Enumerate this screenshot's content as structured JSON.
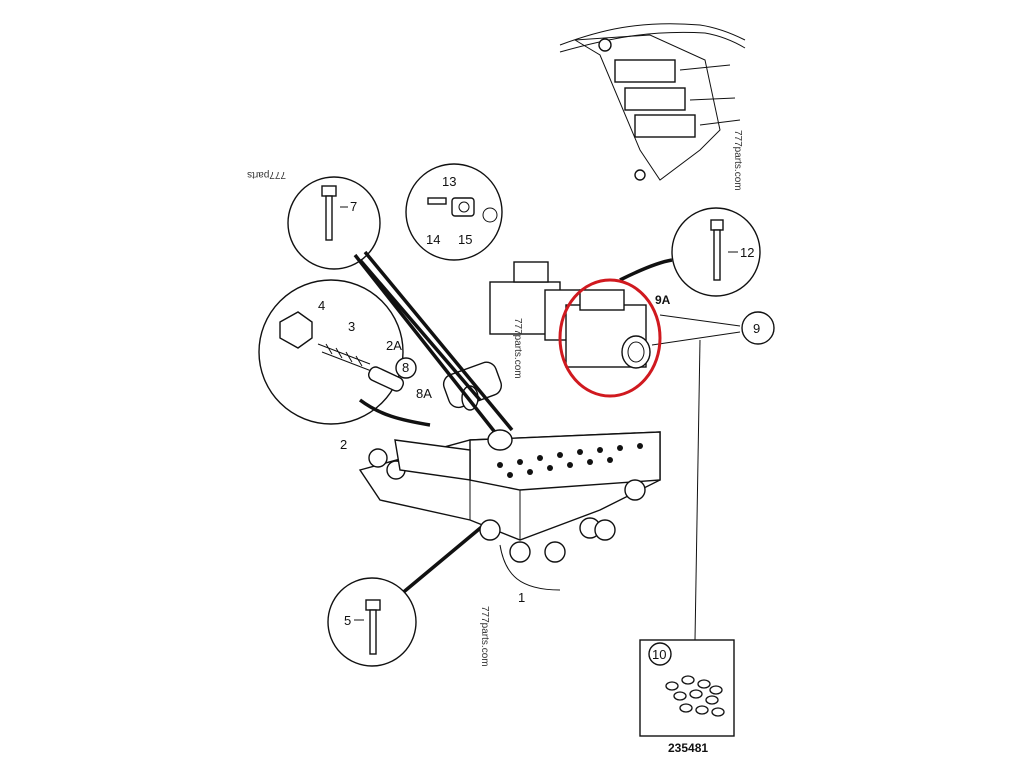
{
  "labels": {
    "p1": "1",
    "p2": "2",
    "p2a": "2A",
    "p3": "3",
    "p4": "4",
    "p5": "5",
    "p7": "7",
    "p8": "8",
    "p8a": "8A",
    "p9": "9",
    "p9a": "9A",
    "p10": "10",
    "p12": "12",
    "p13": "13",
    "p14": "14",
    "p15": "15"
  },
  "watermarks": {
    "top_left": "777parts",
    "top_right": "777parts.com",
    "middle": "777parts.com",
    "bottom": "777parts.com"
  },
  "drawing_number": "235481",
  "colors": {
    "highlight": "#d0191f",
    "line": "#111111"
  }
}
